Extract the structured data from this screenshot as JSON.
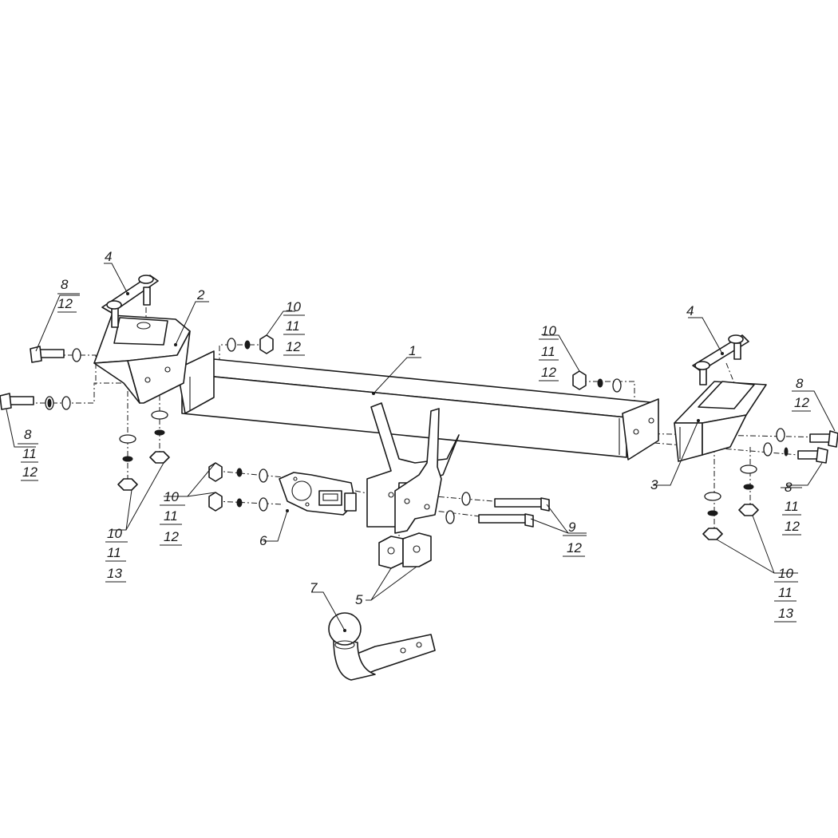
{
  "callouts": {
    "beam": [
      "1"
    ],
    "left_bracket": [
      "2"
    ],
    "right_bracket": [
      "3"
    ],
    "plate_left": [
      "4"
    ],
    "plate_right": [
      "4"
    ],
    "spacers": [
      "5"
    ],
    "socket_plate": [
      "6"
    ],
    "tow_ball": [
      "7"
    ],
    "left_upper_bolt": [
      "8",
      "12"
    ],
    "left_lower_bolt": [
      "8",
      "11",
      "12"
    ],
    "right_upper_bolt": [
      "8",
      "12"
    ],
    "right_lower_bolt": [
      "8",
      "11",
      "12"
    ],
    "center_top_nut": [
      "10",
      "11",
      "12"
    ],
    "right_top_nut": [
      "10",
      "11",
      "12"
    ],
    "socket_nuts": [
      "10",
      "11",
      "12"
    ],
    "center_bolts": [
      "9",
      "12"
    ],
    "left_bottom_nuts": [
      "10",
      "11",
      "13"
    ],
    "right_bottom_nuts": [
      "10",
      "11",
      "13"
    ]
  }
}
